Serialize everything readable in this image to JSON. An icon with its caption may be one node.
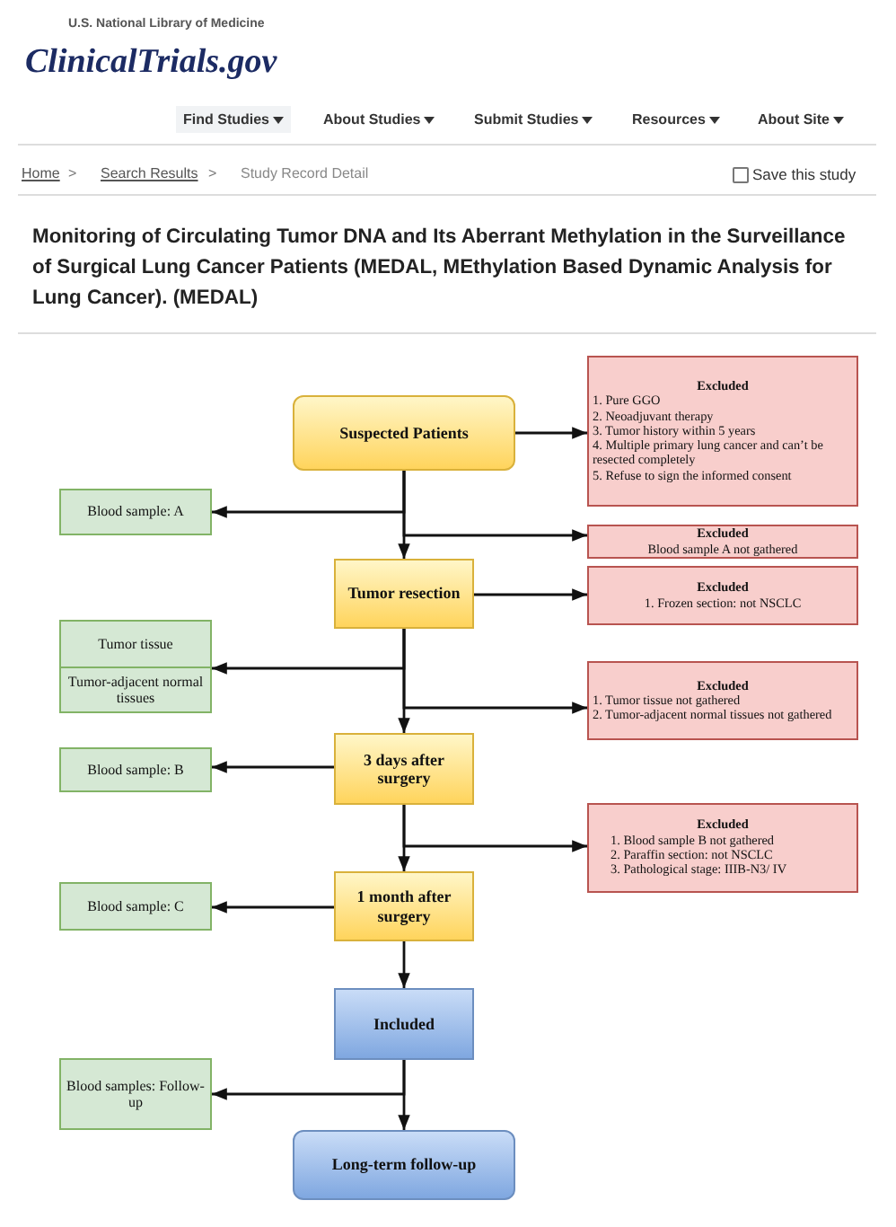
{
  "diagram": {
    "title": "Monitoring of Circulating Tumor DNA and Its Aberrant Methylation in the Surveillance of Surgical Lung Cancer Patients (MEDAL, MEthylation Based Dynamic Analysis for Lung Cancer). (MEDAL)",
    "nodes": [
      {
        "text": [
          "Suspected Patients"
        ]
      },
      {
        "text": [
          "Excluded",
          "1. Pure GGO",
          "2. Neoadjuvant therapy",
          "3. Tumor history within 5 years",
          "4. Multiple primary lung cancer and can’t be resected completely",
          "5. Refuse to sign the informed consent"
        ]
      },
      {
        "text": [
          "Blood sample: A"
        ]
      },
      {
        "text": [
          "Excluded",
          "Blood sample A not gathered"
        ]
      },
      {
        "text": [
          "Tumor resection"
        ]
      },
      {
        "text": [
          "Excluded",
          "1. Frozen section: not NSCLC"
        ]
      },
      {
        "text": [
          "Tumor tissue",
          "Tumor-adjacent normal tissues"
        ]
      },
      {
        "text": [
          "Excluded",
          "1. Tumor tissue not gathered",
          "2. Tumor-adjacent normal tissues not gathered"
        ]
      },
      {
        "text": [
          "3 days after surgery"
        ]
      },
      {
        "text": [
          "Blood sample: B"
        ]
      },
      {
        "text": [
          "Excluded",
          "1. Blood sample B not gathered",
          "2. Paraffin section: not NSCLC",
          "3. Pathological stage: IIIB-N3/ IV"
        ]
      },
      {
        "text": [
          "1 month after surgery"
        ]
      },
      {
        "text": [
          "Blood sample: C"
        ]
      },
      {
        "text": [
          "Included"
        ]
      },
      {
        "text": [
          "Blood samples: Follow-up"
        ]
      },
      {
        "text": [
          "Long-term follow-up"
        ]
      }
    ],
    "edges": [
      {
        "from": 0,
        "to": 1,
        "arrow": "to"
      },
      {
        "from": 0,
        "to": 2,
        "arrow": "to"
      },
      {
        "from": 0,
        "to": 3,
        "arrow": "to"
      },
      {
        "from": 0,
        "to": 4,
        "arrow": "to"
      },
      {
        "from": 4,
        "to": 5,
        "arrow": "to"
      },
      {
        "from": 4,
        "to": 6,
        "arrow": "to"
      },
      {
        "from": 4,
        "to": 7,
        "arrow": "to"
      },
      {
        "from": 4,
        "to": 8,
        "arrow": "to"
      },
      {
        "from": 8,
        "to": 9,
        "arrow": "to"
      },
      {
        "from": 8,
        "to": 10,
        "arrow": "to"
      },
      {
        "from": 8,
        "to": 11,
        "arrow": "to"
      },
      {
        "from": 11,
        "to": 12,
        "arrow": "to"
      },
      {
        "from": 11,
        "to": 13,
        "arrow": "to"
      },
      {
        "from": 13,
        "to": 14,
        "arrow": "to"
      },
      {
        "from": 13,
        "to": 15,
        "arrow": "to"
      }
    ],
    "labels": [
      "U.S. National Library of Medicine",
      "ClinicalTrials.gov",
      "Find Studies",
      "About Studies",
      "Submit Studies",
      "Resources",
      "About Site",
      "Home",
      ">",
      "Search Results",
      ">",
      "Study Record Detail",
      "Save this study"
    ]
  }
}
